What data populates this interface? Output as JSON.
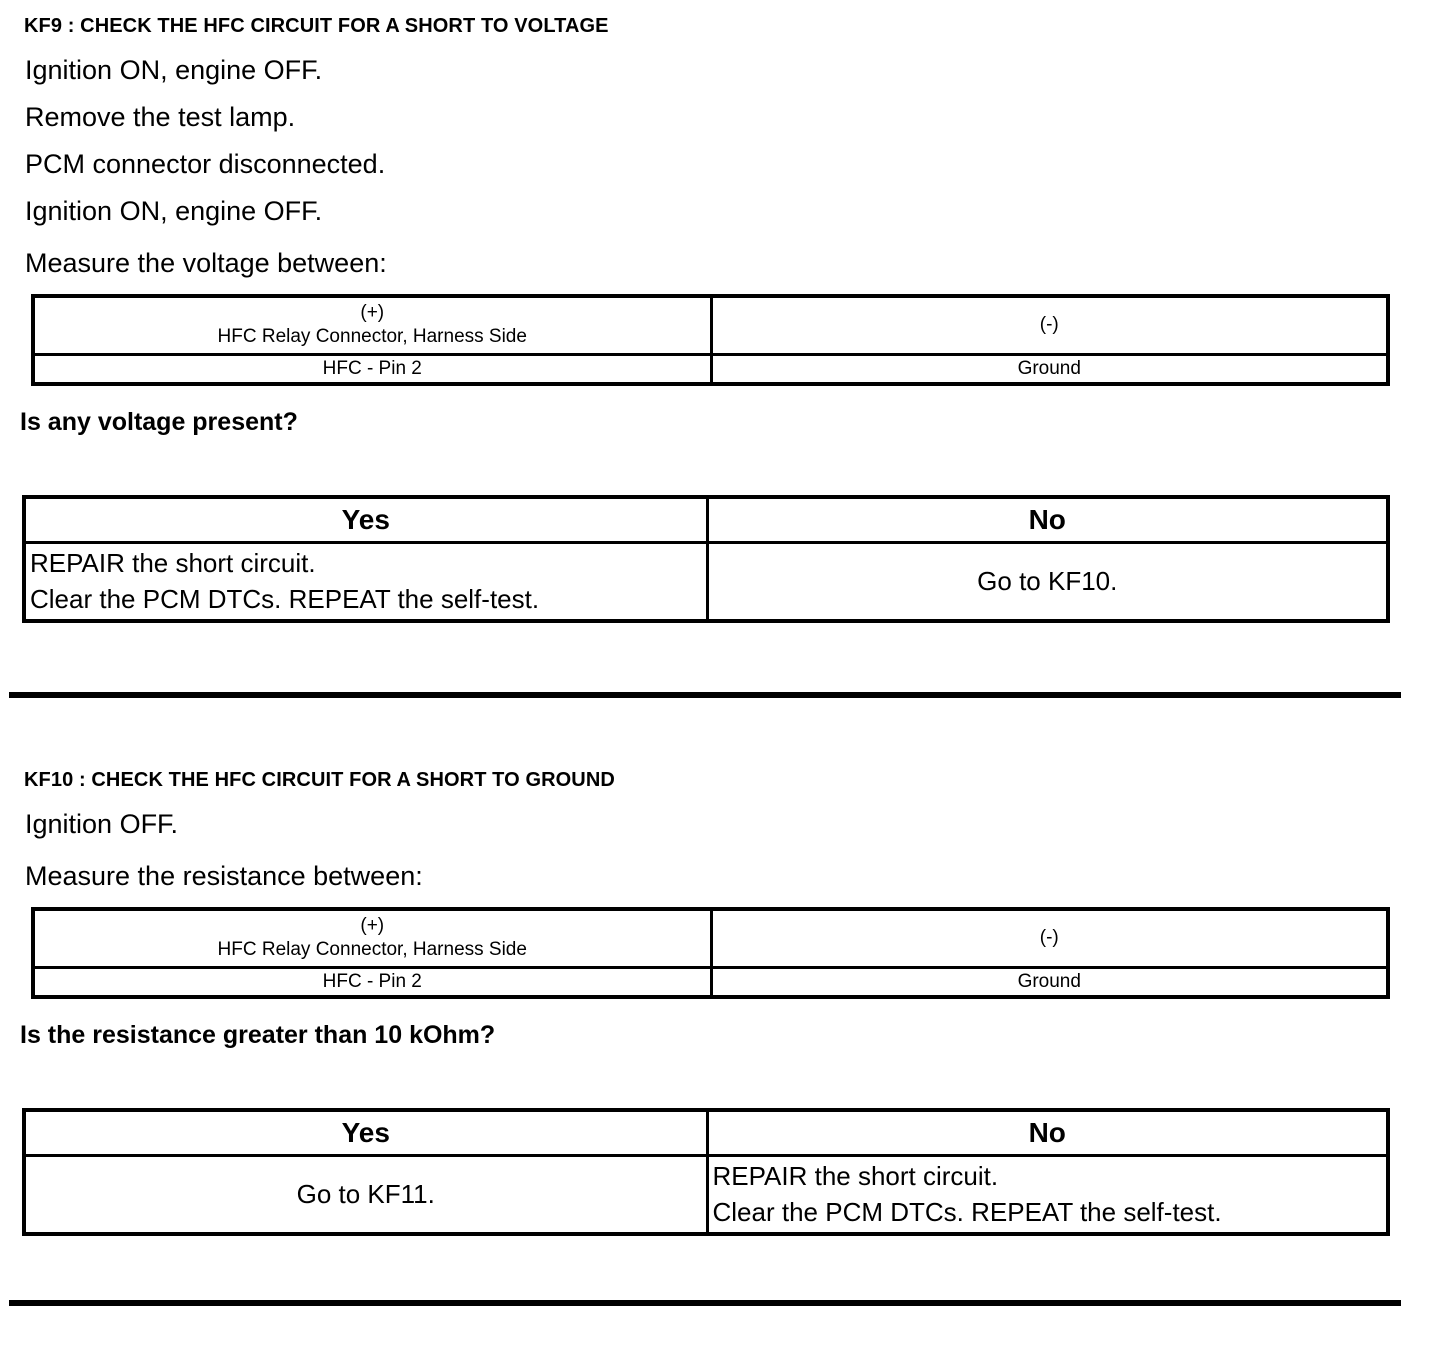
{
  "document": {
    "type": "diagnostic-pinpoint-test"
  },
  "steps": [
    {
      "id": "KF9",
      "title": "KF9 : CHECK THE HFC CIRCUIT FOR A SHORT TO VOLTAGE",
      "instructions": [
        "Ignition ON, engine OFF.",
        "Remove the test lamp.",
        "PCM connector disconnected.",
        "Ignition ON, engine OFF.",
        "Measure the voltage between:"
      ],
      "measurement": {
        "headers": {
          "positive_sign": "(+)",
          "positive_desc": "HFC Relay Connector, Harness Side",
          "negative_sign": "(-)",
          "negative_desc": ""
        },
        "row": {
          "positive": "HFC - Pin 2",
          "negative": "Ground"
        }
      },
      "question": "Is any voltage present?",
      "answers": {
        "yes_label": "Yes",
        "no_label": "No",
        "yes_lines": [
          "REPAIR the short circuit.",
          "Clear the PCM DTCs. REPEAT the self-test."
        ],
        "no_lines": [
          "Go to KF10."
        ]
      }
    },
    {
      "id": "KF10",
      "title": "KF10 : CHECK THE HFC CIRCUIT FOR A SHORT TO GROUND",
      "instructions": [
        "Ignition OFF.",
        "Measure the resistance between:"
      ],
      "measurement": {
        "headers": {
          "positive_sign": "(+)",
          "positive_desc": "HFC Relay Connector, Harness Side",
          "negative_sign": "(-)",
          "negative_desc": ""
        },
        "row": {
          "positive": "HFC - Pin 2",
          "negative": "Ground"
        }
      },
      "question": "Is the resistance greater than 10 kOhm?",
      "answers": {
        "yes_label": "Yes",
        "no_label": "No",
        "yes_lines": [
          "Go to KF11."
        ],
        "no_lines": [
          "REPAIR the short circuit.",
          "Clear the PCM DTCs. REPEAT the self-test."
        ]
      }
    }
  ],
  "colors": {
    "ink": "#000000",
    "paper": "#ffffff"
  }
}
